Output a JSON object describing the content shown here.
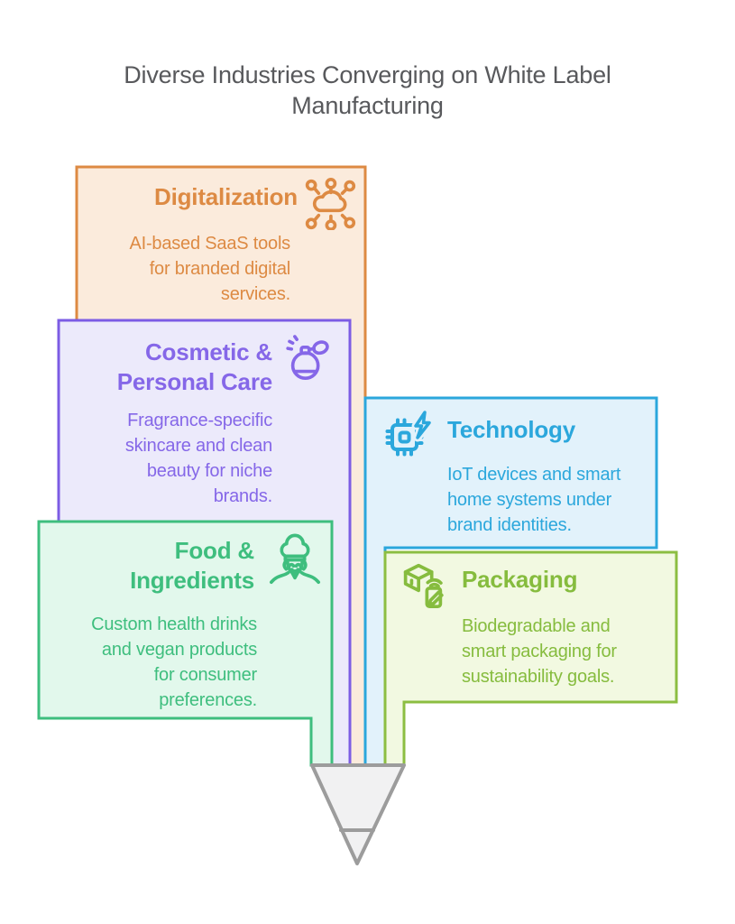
{
  "page": {
    "title_lines": [
      "Diverse Industries Converging on White Label",
      "Manufacturing"
    ],
    "title_color": "#58595C"
  },
  "boxes": [
    {
      "id": "digitalization",
      "title_lines": [
        "Digitalization"
      ],
      "description_lines": [
        "AI-based SaaS tools",
        "for branded digital",
        "services."
      ],
      "icon": "network-cloud-icon",
      "colors": {
        "border": "#DD8A43",
        "fill": "#FBEBDC",
        "text": "#DD8A43"
      }
    },
    {
      "id": "cosmetic",
      "title_lines": [
        "Cosmetic &",
        "Personal Care"
      ],
      "description_lines": [
        "Fragrance-specific",
        "skincare and clean",
        "beauty for niche",
        "brands."
      ],
      "icon": "perfume-bottle-icon",
      "colors": {
        "border": "#7C5CE4",
        "fill": "#ECEAFB",
        "text": "#8567E8"
      }
    },
    {
      "id": "technology",
      "title_lines": [
        "Technology"
      ],
      "description_lines": [
        "IoT devices and smart",
        "home systems under",
        "brand identities."
      ],
      "icon": "cpu-chip-icon",
      "colors": {
        "border": "#2BA7DC",
        "fill": "#E2F2FB",
        "text": "#2BA7DC"
      }
    },
    {
      "id": "food",
      "title_lines": [
        "Food &",
        "Ingredients"
      ],
      "description_lines": [
        "Custom health drinks",
        "and vegan products",
        "for consumer",
        "preferences."
      ],
      "icon": "chef-icon",
      "colors": {
        "border": "#3EBE7E",
        "fill": "#E2F8EC",
        "text": "#3EBE7E"
      }
    },
    {
      "id": "packaging",
      "title_lines": [
        "Packaging"
      ],
      "description_lines": [
        "Biodegradable and",
        "smart packaging for",
        "sustainability goals."
      ],
      "icon": "box-smart-tag-icon",
      "colors": {
        "border": "#8CBE42",
        "fill": "#F2F9E1",
        "text": "#86BC3E"
      }
    }
  ],
  "pencil": {
    "colors": {
      "fill": "#F1F1F2",
      "stroke": "#9C9C9C"
    }
  }
}
